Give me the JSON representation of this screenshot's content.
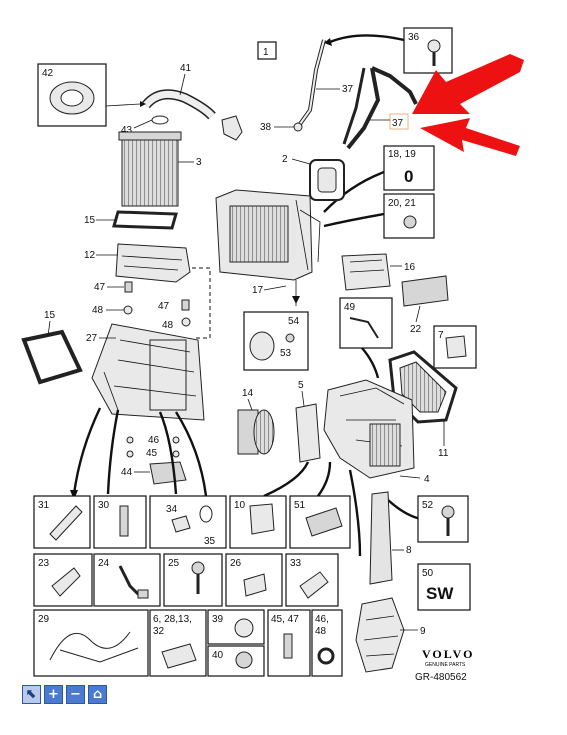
{
  "sheet_number": "1",
  "brand": {
    "name": "VOLVO",
    "tagline": "GENUINE PARTS",
    "ref": "GR-480562"
  },
  "boxes": {
    "b42": "42",
    "b36": "36",
    "b18_19": "18, 19",
    "b18_19_value": "0",
    "b20_21": "20, 21",
    "b54_53_a": "54",
    "b54_53_b": "53",
    "b49": "49",
    "b7": "7",
    "b52": "52",
    "b50": "50",
    "b50_value": "SW",
    "b31": "31",
    "b30": "30",
    "b34_35_a": "34",
    "b34_35_b": "35",
    "b10": "10",
    "b51": "51",
    "b23": "23",
    "b24": "24",
    "b25": "25",
    "b26": "26",
    "b33": "33",
    "b29": "29",
    "b6_28": "6, 28,13,",
    "b6_28b": "32",
    "b39": "39",
    "b40": "40",
    "b45_47": "45, 47",
    "b46_48a": "46,",
    "b46_48b": "48"
  },
  "callouts": {
    "c41": "41",
    "c43": "43",
    "c3": "3",
    "c15a": "15",
    "c12": "12",
    "c47a": "47",
    "c48a": "48",
    "c47b": "47",
    "c48b": "48",
    "c27": "27",
    "c15b": "15",
    "c46": "46",
    "c45": "45",
    "c44": "44",
    "c2": "2",
    "c17": "17",
    "c16": "16",
    "c22": "22",
    "c37a": "37",
    "c37b": "37",
    "c38": "38",
    "c14": "14",
    "c5": "5",
    "c4": "4",
    "c11": "11",
    "c8": "8",
    "c9": "9"
  },
  "toolbar": {
    "select": "⬉",
    "zoom_in": "+",
    "zoom_out": "−",
    "home": "⌂"
  },
  "colors": {
    "arrow": "#ee1111",
    "highlight": "#f0b27a",
    "toolbar": "#4a7bd0"
  }
}
